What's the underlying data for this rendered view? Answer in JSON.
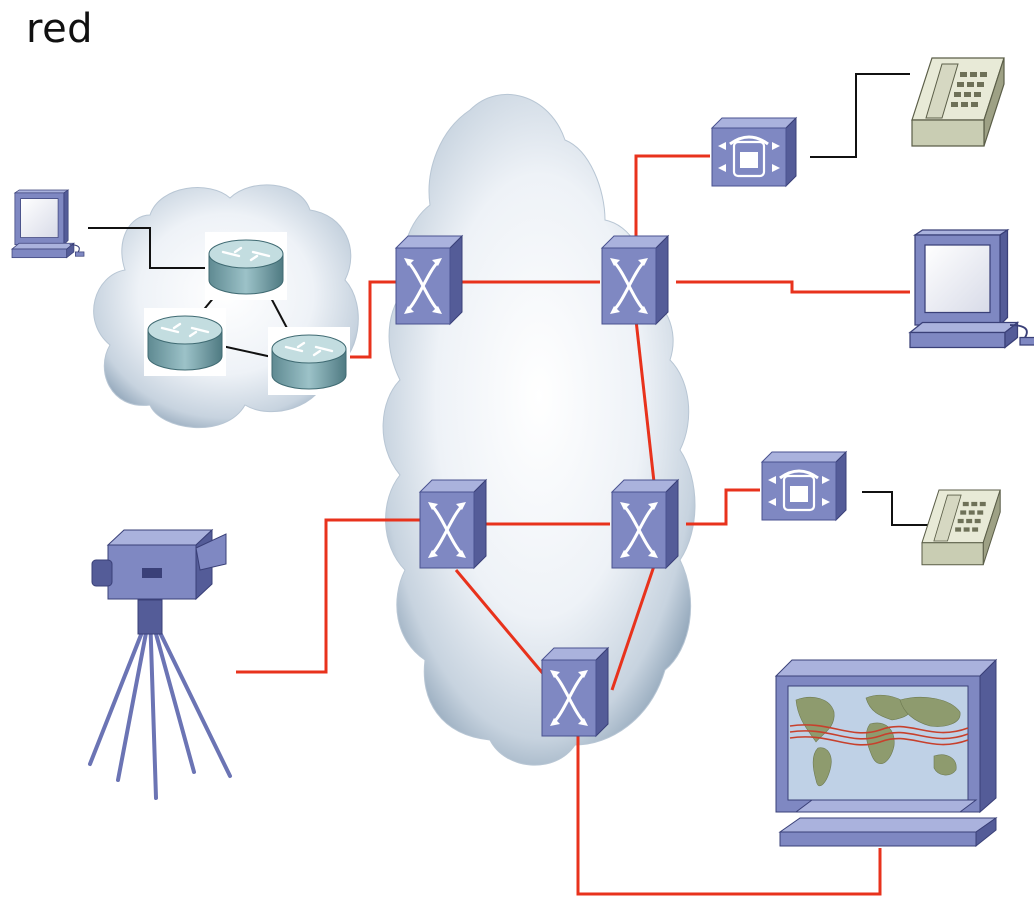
{
  "title": "red",
  "colors": {
    "link": "#e8321c",
    "access_link": "#111111",
    "cloud_light": "#f6f8fb",
    "cloud_dark": "#8fa4b8",
    "device_face": "#7f88c2",
    "device_top": "#aab2dd",
    "device_side": "#545c98",
    "router_top": "#c3dde0",
    "router_body": "#7aa4ab",
    "phone_body": "#c9cdb3"
  },
  "nodes": [
    {
      "id": "pc-left",
      "icon": "workstation-icon"
    },
    {
      "id": "router-top",
      "icon": "router-icon"
    },
    {
      "id": "router-left",
      "icon": "router-icon"
    },
    {
      "id": "router-right",
      "icon": "router-icon"
    },
    {
      "id": "switch-1",
      "icon": "atm-switch-icon"
    },
    {
      "id": "switch-2",
      "icon": "atm-switch-icon"
    },
    {
      "id": "switch-3",
      "icon": "atm-switch-icon"
    },
    {
      "id": "switch-4",
      "icon": "atm-switch-icon"
    },
    {
      "id": "switch-5",
      "icon": "atm-switch-icon"
    },
    {
      "id": "pbx-top",
      "icon": "pbx-icon"
    },
    {
      "id": "pbx-mid",
      "icon": "pbx-icon"
    },
    {
      "id": "phone-top",
      "icon": "telephone-icon"
    },
    {
      "id": "phone-mid",
      "icon": "telephone-icon"
    },
    {
      "id": "pc-right",
      "icon": "workstation-icon"
    },
    {
      "id": "video-camera",
      "icon": "video-camera-icon"
    },
    {
      "id": "map-display",
      "icon": "map-display-icon"
    }
  ]
}
